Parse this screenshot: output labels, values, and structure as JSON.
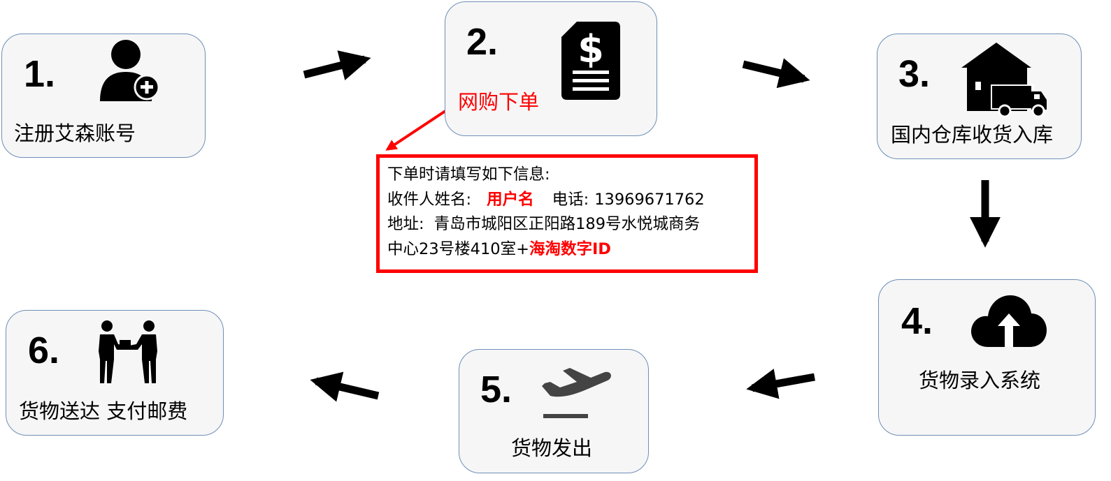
{
  "steps": [
    {
      "number": "1.",
      "label": "注册艾森账号",
      "icon": "add-user-icon"
    },
    {
      "number": "2.",
      "label": "网购下单",
      "icon": "dollar-invoice-icon"
    },
    {
      "number": "3.",
      "label": "国内仓库收货入库",
      "icon": "warehouse-truck-icon"
    },
    {
      "number": "4.",
      "label": "货物录入系统",
      "icon": "cloud-upload-icon"
    },
    {
      "number": "5.",
      "label": "货物发出",
      "icon": "airplane-departure-icon"
    },
    {
      "number": "6.",
      "label": "货物送达 支付邮费",
      "icon": "handover-people-icon"
    }
  ],
  "order_info": {
    "title": "下单时请填写如下信息:",
    "recipient_label": "收件人姓名:",
    "recipient_value": "用户名",
    "phone_label": "电话:",
    "phone_value": "13969671762",
    "address_label": "地址:",
    "address_line1": "青岛市城阳区正阳路189号水悦城商务",
    "address_line2_plain": "中心23号楼410室+",
    "address_line2_highlight": "海淘数字ID"
  },
  "colors": {
    "box_fill": "#f6f6f7",
    "box_border": "#6f8fb5",
    "highlight": "#ff0000",
    "icon": "#000000",
    "plane_icon": "#444444"
  }
}
